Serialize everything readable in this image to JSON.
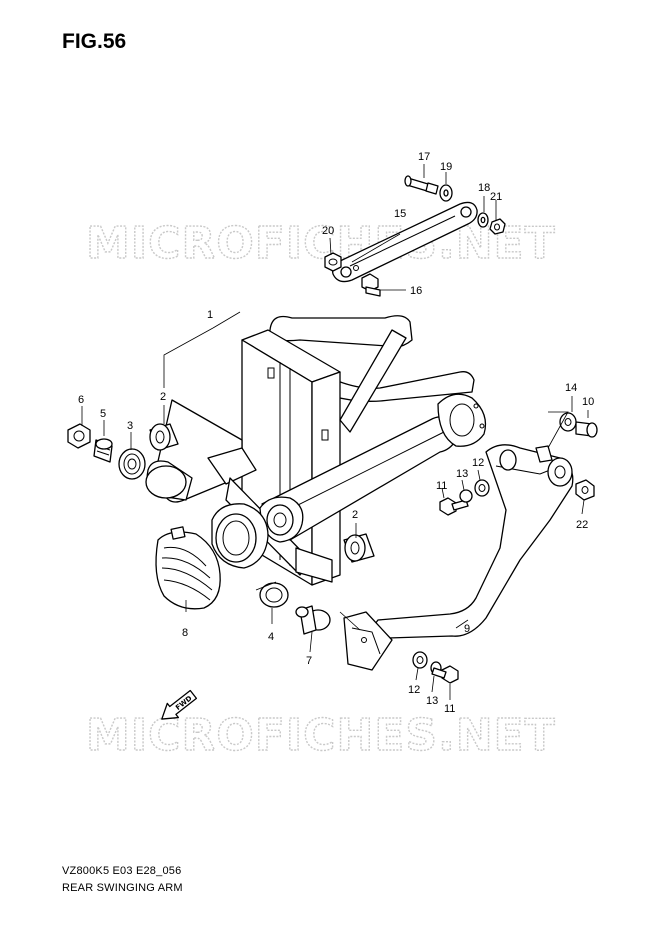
{
  "figure": {
    "title": "FIG.56",
    "code": "VZ800K5 E03 E28_056",
    "caption": "REAR SWINGING ARM"
  },
  "watermark": {
    "text": "MICROFICHES.NET"
  },
  "direction_tag": "FWD",
  "callouts": {
    "c1": "1",
    "c2a": "2",
    "c2b": "2",
    "c3": "3",
    "c4": "4",
    "c5": "5",
    "c6": "6",
    "c7": "7",
    "c8": "8",
    "c9": "9",
    "c10": "10",
    "c11a": "11",
    "c11b": "11",
    "c12a": "12",
    "c12b": "12",
    "c13a": "13",
    "c13b": "13",
    "c14": "14",
    "c15": "15",
    "c16": "16",
    "c17": "17",
    "c18": "18",
    "c19": "19",
    "c20": "20",
    "c21": "21",
    "c22": "22"
  },
  "colors": {
    "line": "#000000",
    "watermark_outline": "#c9c9c9",
    "background": "#ffffff"
  }
}
